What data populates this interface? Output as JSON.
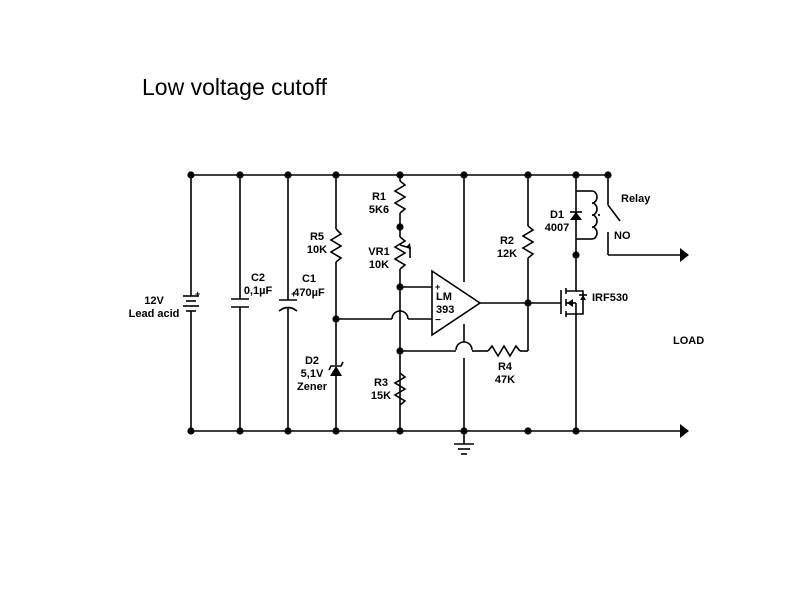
{
  "title": "Low voltage cutoff",
  "battery": {
    "voltage": "12V",
    "type": "Lead acid",
    "polarity": "+"
  },
  "c2": {
    "name": "C2",
    "value": "0,1µF"
  },
  "c1": {
    "name": "C1",
    "value": "470µF",
    "polarity": "+"
  },
  "r5": {
    "name": "R5",
    "value": "10K"
  },
  "d2": {
    "name": "D2",
    "value": "5,1V",
    "type": "Zener"
  },
  "r1": {
    "name": "R1",
    "value": "5K6"
  },
  "vr1": {
    "name": "VR1",
    "value": "10K"
  },
  "r3": {
    "name": "R3",
    "value": "15K"
  },
  "comparator": {
    "line1": "LM",
    "line2": "393",
    "plus": "+",
    "minus": "−"
  },
  "r2": {
    "name": "R2",
    "value": "12K"
  },
  "r4": {
    "name": "R4",
    "value": "47K"
  },
  "d1": {
    "name": "D1",
    "value": "4007"
  },
  "relay": {
    "name": "Relay",
    "contact": "NO"
  },
  "mosfet": {
    "name": "IRF530"
  },
  "load": "LOAD",
  "colors": {
    "line": "#000000",
    "background": "#ffffff"
  }
}
